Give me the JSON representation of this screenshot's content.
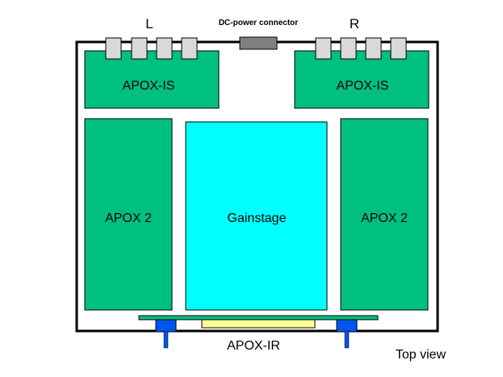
{
  "diagram": {
    "labels": {
      "left_channel": "L",
      "right_channel": "R",
      "dc_connector": "DC-power connector",
      "apox_is_left": "APOX-IS",
      "apox_is_right": "APOX-IS",
      "apox2_left": "APOX 2",
      "apox2_right": "APOX 2",
      "gainstage": "Gainstage",
      "apox_ir": "APOX-IR",
      "view": "Top view"
    },
    "colors": {
      "module_green": "#00c080",
      "gainstage_cyan": "#00ffff",
      "connector_gray": "#d9d9d9",
      "dc_connector_gray": "#808080",
      "ir_blue": "#0055ee",
      "ir_yellow": "#ffff99",
      "outline": "#000000"
    }
  }
}
